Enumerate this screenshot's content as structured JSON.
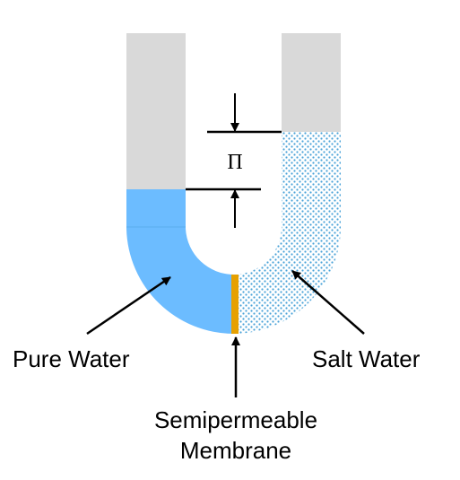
{
  "labels": {
    "pi": "Π",
    "pure_water": "Pure Water",
    "salt_water": "Salt Water",
    "membrane_line1": "Semipermeable",
    "membrane_line2": "Membrane"
  },
  "colors": {
    "tube_gray": "#d9d9d9",
    "pure_water": "#6cbcff",
    "salt_dots": "#4aa3d8",
    "membrane": "#e6a000",
    "ink": "#000000"
  }
}
